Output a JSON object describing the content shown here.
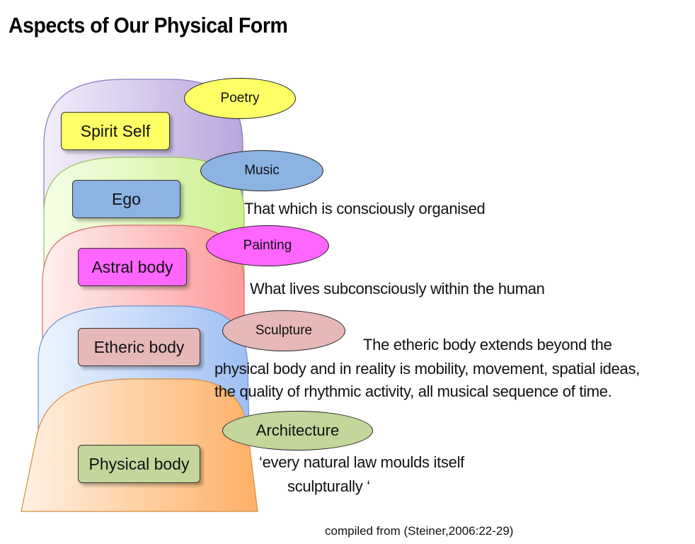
{
  "title": "Aspects of Our Physical Form",
  "layers": [
    {
      "label": "Spirit Self",
      "art": "Poetry",
      "color": "#ffff66"
    },
    {
      "label": "Ego",
      "art": "Music",
      "color": "#8db3e2"
    },
    {
      "label": "Astral body",
      "art": "Painting",
      "color": "#ff66ff"
    },
    {
      "label": "Etheric body",
      "art": "Sculpture",
      "color": "#e6b9b8"
    },
    {
      "label": "Physical body",
      "art": "Architecture",
      "color": "#c3d69b"
    }
  ],
  "descriptions": {
    "ego": "That which is consciously organised",
    "astral": "What lives subconsciously within the human",
    "etheric_line1": "The etheric body extends beyond the",
    "etheric_line2": "physical body and in reality is mobility, movement, spatial ideas,",
    "etheric_line3": "the quality of rhythmic activity, all musical sequence of time.",
    "physical_line1": "‘every natural law moulds itself",
    "physical_line2": "sculpturally ‘"
  },
  "citation": "compiled from (Steiner,2006:22-29)"
}
